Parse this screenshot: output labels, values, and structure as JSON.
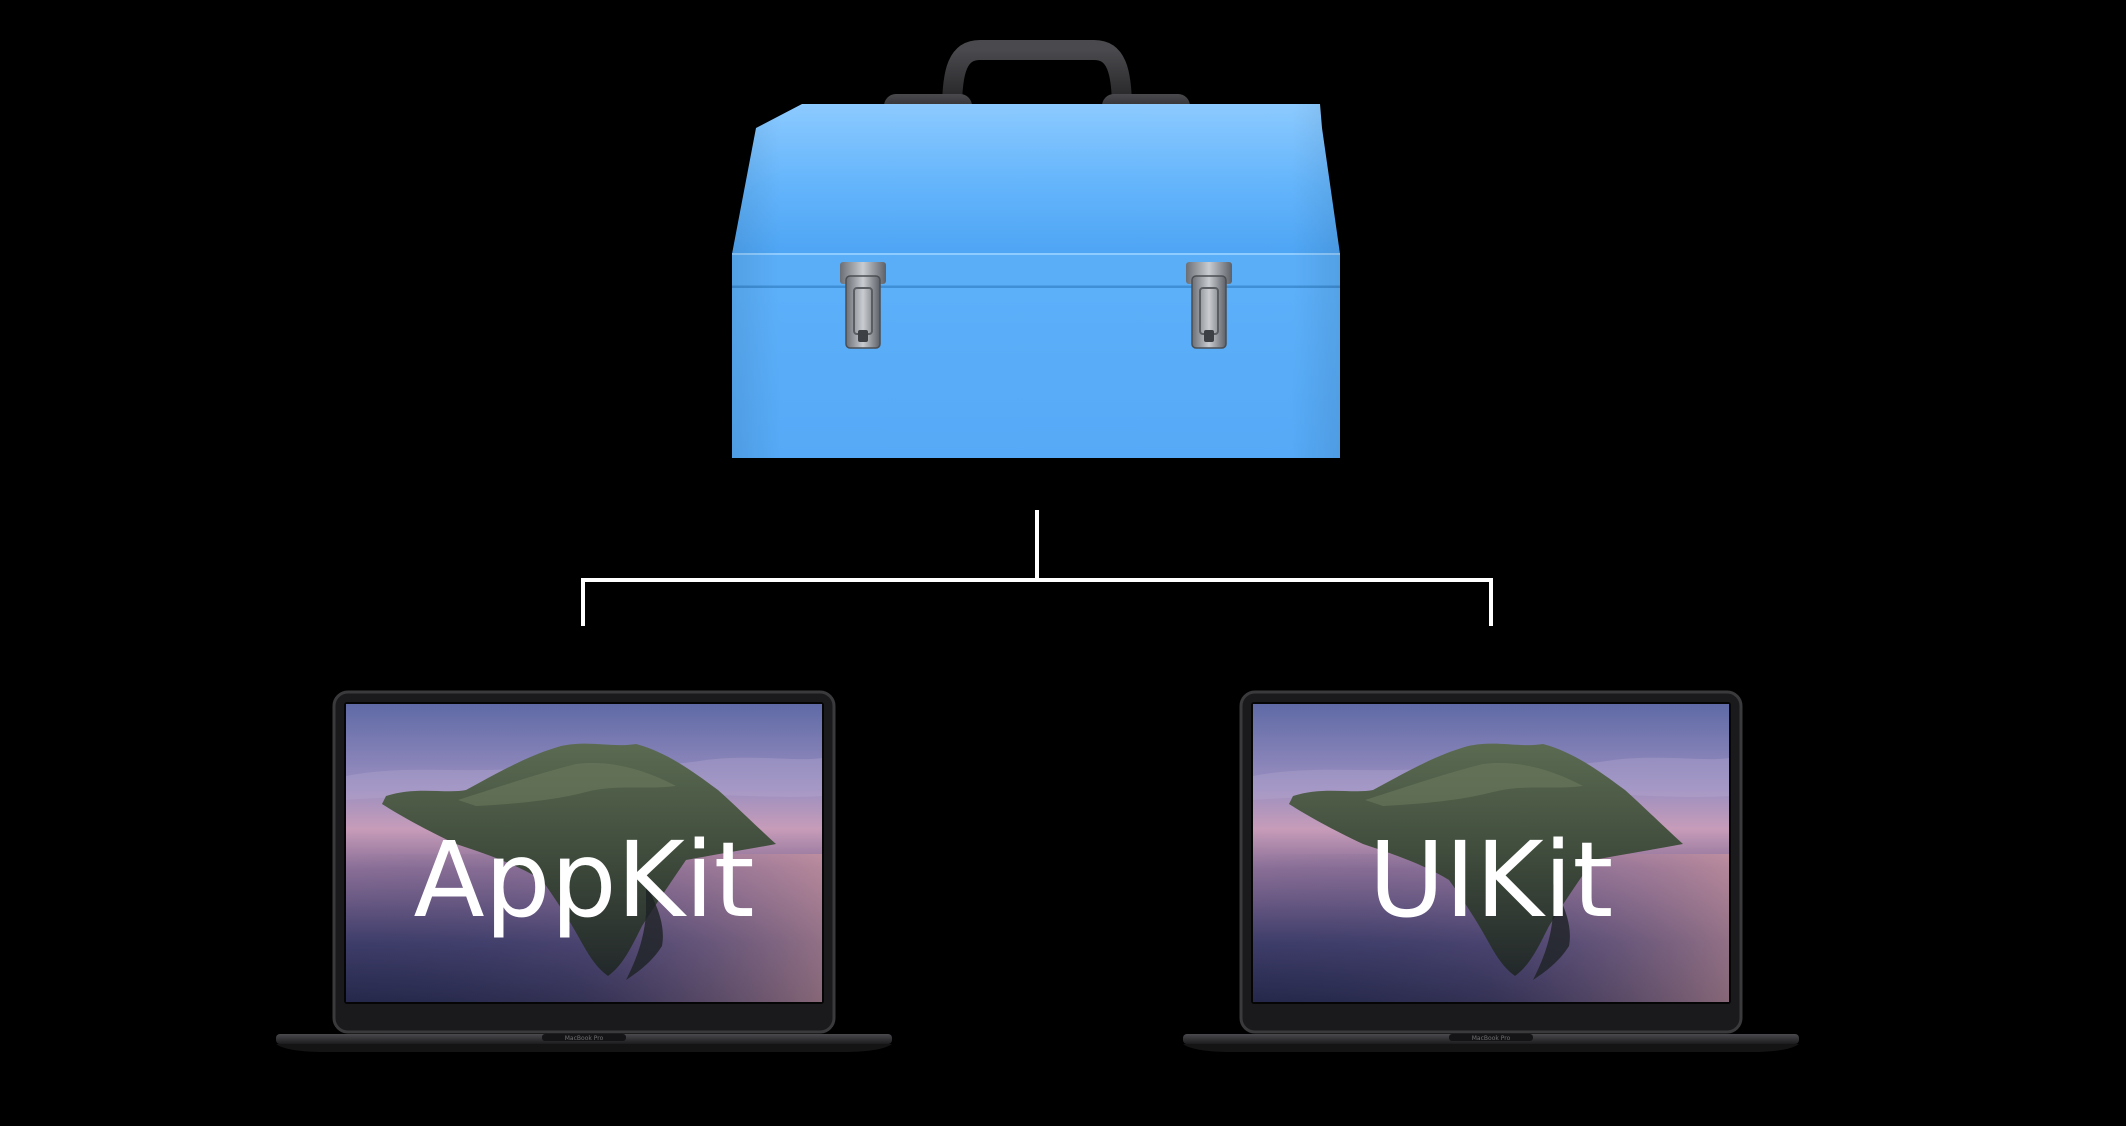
{
  "toolbox": {
    "icon": "toolbox-icon",
    "color": "#5aabf6",
    "handle_color": "#2a2a2c"
  },
  "connector": {
    "color": "#ffffff"
  },
  "laptops": [
    {
      "label": "AppKit",
      "icon": "laptop-icon",
      "caption": "MacBook Pro"
    },
    {
      "label": "UIKit",
      "icon": "laptop-icon",
      "caption": "MacBook Pro"
    }
  ],
  "colors": {
    "background": "#000000",
    "text": "#ffffff",
    "laptop_body": "#2b2b2e"
  }
}
